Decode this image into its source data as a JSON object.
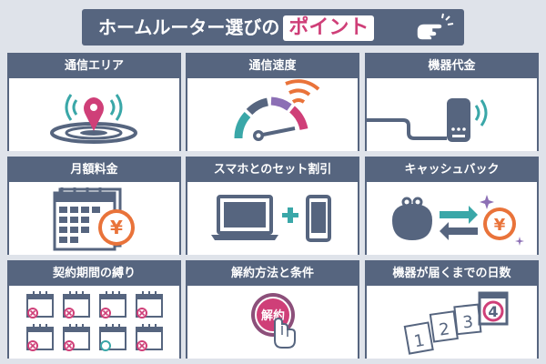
{
  "banner": {
    "title": "ホームルーター選びの",
    "accent": "ポイント"
  },
  "colors": {
    "navy": "#56657f",
    "pink": "#cf3f78",
    "orange": "#e9733a",
    "teal": "#3aa7a8",
    "gray": "#5b6474"
  },
  "cards": [
    {
      "title": "通信エリア",
      "icon": "location-pin-icon"
    },
    {
      "title": "通信速度",
      "icon": "speedometer-icon"
    },
    {
      "title": "機器代金",
      "icon": "router-icon"
    },
    {
      "title": "月額料金",
      "icon": "calendar-yen-icon"
    },
    {
      "title": "スマホとのセット割引",
      "icon": "laptop-plus-phone-icon"
    },
    {
      "title": "キャッシュバック",
      "icon": "wallet-exchange-icon"
    },
    {
      "title": "契約期間の縛り",
      "icon": "calendar-grid-icon"
    },
    {
      "title": "解約方法と条件",
      "icon": "cancel-button-icon",
      "button_text": "解約"
    },
    {
      "title": "機器が届くまでの日数",
      "icon": "calendar-days-icon",
      "days": [
        "1",
        "2",
        "3",
        "4"
      ]
    }
  ]
}
